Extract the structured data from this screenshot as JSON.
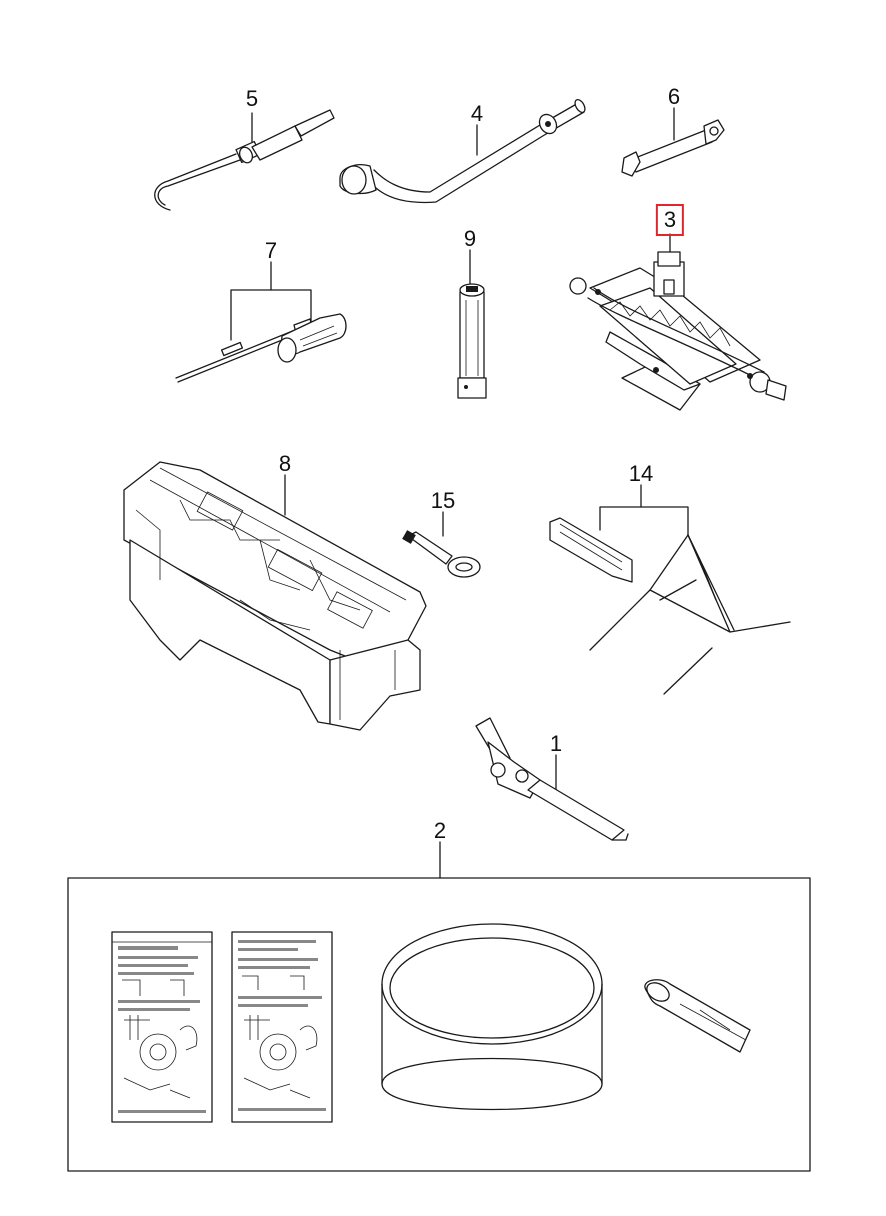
{
  "callouts": [
    {
      "id": "5",
      "text": "5"
    },
    {
      "id": "4",
      "text": "4"
    },
    {
      "id": "6",
      "text": "6"
    },
    {
      "id": "3",
      "text": "3",
      "highlighted": true
    },
    {
      "id": "7",
      "text": "7"
    },
    {
      "id": "9",
      "text": "9"
    },
    {
      "id": "8",
      "text": "8"
    },
    {
      "id": "15",
      "text": "15"
    },
    {
      "id": "14",
      "text": "14"
    },
    {
      "id": "1",
      "text": "1"
    },
    {
      "id": "2",
      "text": "2"
    }
  ],
  "colors": {
    "highlight": "#e0262b",
    "line": "#1a1a1a",
    "background": "#ffffff"
  }
}
